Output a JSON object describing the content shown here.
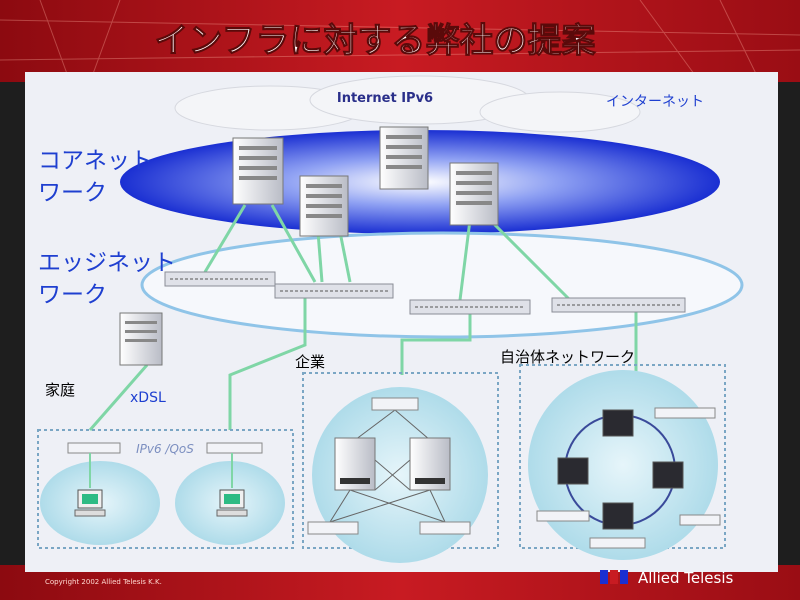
{
  "slide": {
    "title": "インフラに対する弊社の提案",
    "copyright": "Copyright 2002 Allied Telesis K.K.",
    "brand": "Allied Telesis"
  },
  "labels": {
    "core_network_line1": "コアネット",
    "core_network_line2": "ワーク",
    "edge_network_line1": "エッジネット",
    "edge_network_line2": "ワーク",
    "internet_ipv6": "Internet IPv6",
    "internet": "インターネット",
    "home": "家庭",
    "xdsl": "xDSL",
    "enterprise": "企業",
    "municipal_network": "自治体ネットワーク",
    "ipv6_qos": "IPv6 /QoS"
  },
  "colors": {
    "title_band": "#b4121a",
    "panel": "#eef0f6",
    "core_blue": "#1a2fd2",
    "label_blue": "#1e3fd0",
    "link_green": "#7fd6a6",
    "zone_fill": "#bfe3ee"
  }
}
